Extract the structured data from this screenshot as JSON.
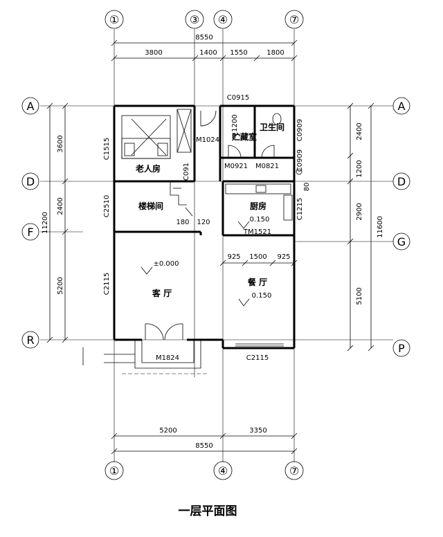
{
  "title": "一层平面图",
  "axes": {
    "top": [
      "①",
      "③",
      "④",
      "⑦"
    ],
    "bottom": [
      "①",
      "④",
      "⑦"
    ],
    "left": [
      "A",
      "D",
      "F",
      "R"
    ],
    "right": [
      "A",
      "D",
      "G",
      "P"
    ]
  },
  "dimensions": {
    "top_total": "8550",
    "top_segments": [
      "3800",
      "1400",
      "1550",
      "1800"
    ],
    "bottom_segments": [
      "5200",
      "3350"
    ],
    "bottom_total": "8550",
    "left_segments": [
      "3600",
      "2400",
      "5200"
    ],
    "left_total": "11200",
    "right_segments": [
      "2400",
      "1200",
      "2900",
      "5100"
    ],
    "right_total": "11600",
    "dining_segments": [
      "925",
      "1500",
      "925"
    ],
    "stair_small": [
      "180",
      "120"
    ]
  },
  "rooms": {
    "elder_bedroom": "老人房",
    "stairwell": "楼梯间",
    "storage": "贮藏室",
    "bathroom": "卫生间",
    "kitchen": "厨房",
    "kitchen_level": "0.150",
    "living_room": "客 厅",
    "living_level": "±0.000",
    "dining_room": "餐 厅",
    "dining_level": "0.150"
  },
  "openings": {
    "c0915": "C0915",
    "c1515": "C1515",
    "m1024": "M1024",
    "m0921": "M0921",
    "m0821": "M0821",
    "c0909a": "C0909",
    "c0909b": "C0909",
    "c2510": "C2510",
    "tm1521": "TM1521",
    "c1215": "C1215",
    "c2115_left": "C2115",
    "c2115_bottom": "C2115",
    "m1824": "M1824",
    "c091": "C091"
  },
  "misc": {
    "bath_mark": "1200",
    "kitchen_mark": "80"
  }
}
